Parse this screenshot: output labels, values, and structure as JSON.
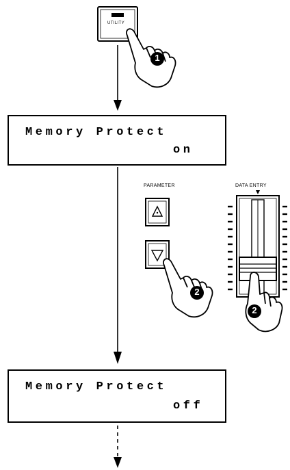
{
  "utility_button": {
    "label": "UTILITY"
  },
  "step_badges": {
    "first": "1",
    "second": "2",
    "third": "2"
  },
  "display_top": {
    "line1": "Memory Protect",
    "line2": "on"
  },
  "display_bottom": {
    "line1": "Memory Protect",
    "line2": "off"
  },
  "parameter": {
    "label": "PARAMETER"
  },
  "data_entry": {
    "label": "DATA ENTRY"
  }
}
